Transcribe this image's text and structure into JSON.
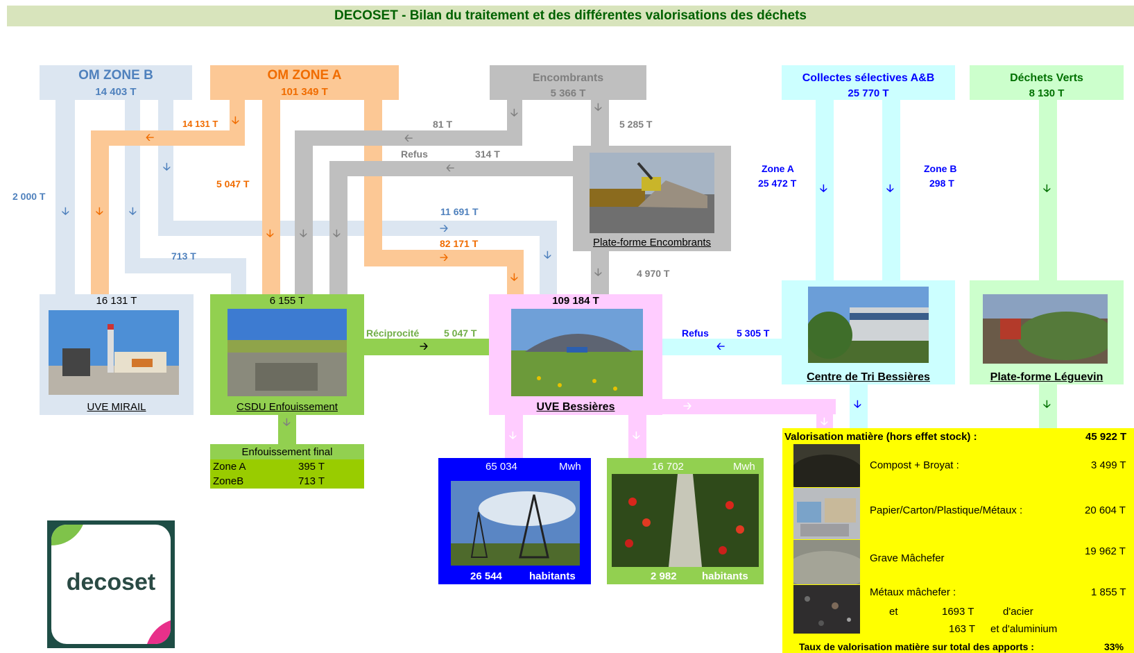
{
  "title": "DECOSET -  Bilan du traitement et des différentes valorisations des déchets",
  "colors": {
    "title_bg": "#d8e4bc",
    "title_text": "#006100",
    "zone_b": "#dce6f1",
    "zone_b_text": "#4f81bd",
    "zone_a": "#fcc895",
    "zone_a_text": "#f06c00",
    "encombrants": "#bfbfbf",
    "encombrants_text": "#7f7f7f",
    "collecte": "#ccffff",
    "collecte_text": "#0000ff",
    "dechets_verts": "#ccffcc",
    "dechets_verts_text": "#007000",
    "csdu": "#92d050",
    "csdu_dark": "#99cc00",
    "uve_bessieres": "#ffccff",
    "energy_blue": "#0000ff",
    "energy_green": "#92d050",
    "valorisation": "#ffff00"
  },
  "sources": {
    "om_zone_b": {
      "name": "OM ZONE B",
      "tonnage": "14 403 T"
    },
    "om_zone_a": {
      "name": "OM ZONE A",
      "tonnage": "101 349 T"
    },
    "encombrants": {
      "name": "Encombrants",
      "tonnage": "5 366 T"
    },
    "collectes": {
      "name": "Collectes sélectives  A&B",
      "tonnage": "25 770 T"
    },
    "dechets_verts": {
      "name": "Déchets Verts",
      "tonnage": "8 130 T"
    }
  },
  "flows": {
    "zone_a_to_mirail": "14 131 T",
    "zone_b_to_mirail": "2 000 T",
    "zone_a_to_csdu": "5 047 T",
    "enc_to_csdu": "81 T",
    "refus_label": "Refus",
    "refus_enc": "314 T",
    "enc_to_platform": "5 285 T",
    "zone_b_to_bessieres": "11 691 T",
    "zone_a_to_bessieres": "82 171 T",
    "zone_b_to_csdu": "713 T",
    "platform_to_bessieres": "4 970 T",
    "collecte_zone_a_label": "Zone A",
    "collecte_zone_a": "25 472 T",
    "collecte_zone_b_label": "Zone B",
    "collecte_zone_b": "298 T",
    "reciprocite_label": "Réciprocité",
    "reciprocite": "5 047 T",
    "refus_tri_label": "Refus",
    "refus_tri": "5 305 T"
  },
  "facilities": {
    "mirail": {
      "tonnage": "16 131 T",
      "name": "UVE MIRAIL"
    },
    "csdu": {
      "tonnage": "6 155 T",
      "name": " CSDU Enfouissement"
    },
    "bessieres": {
      "tonnage": "109 184 T",
      "name": "UVE Bessières"
    },
    "plateforme_enc": {
      "name": "Plate-forme Encombrants"
    },
    "centre_tri": {
      "name": "Centre de Tri Bessières"
    },
    "leguevin": {
      "name": "Plate-forme Léguevin"
    }
  },
  "enfouissement": {
    "title": "Enfouissement final",
    "rows": [
      {
        "label": "Zone A",
        "value": "395 T"
      },
      {
        "label": "ZoneB",
        "value": "713 T"
      }
    ]
  },
  "energy": {
    "electric": {
      "value": "65 034",
      "unit": "Mwh",
      "habitants": "26 544",
      "habitants_label": "habitants"
    },
    "thermal": {
      "value": "16 702",
      "unit": "Mwh",
      "habitants": "2 982",
      "habitants_label": "habitants"
    }
  },
  "valorisation": {
    "title": "Valorisation matière (hors effet stock) :",
    "total": "45 922  T",
    "items": [
      {
        "label": "Compost + Broyat :",
        "value": "3 499  T"
      },
      {
        "label": "Papier/Carton/Plastique/Métaux :",
        "value": "20 604  T"
      },
      {
        "label": "Grave Mâchefer",
        "value": "19 962  T"
      },
      {
        "label": "Métaux mâchefer :",
        "value": "1 855  T"
      }
    ],
    "et_label": "et",
    "acier_value": "1693  T",
    "acier_label": "d'acier",
    "alu_value": "163  T",
    "alu_label": "et d'aluminium",
    "taux_label": "Taux de valorisation matière sur total des apports :",
    "taux_value": "33%"
  },
  "logo": {
    "text": "decoset"
  }
}
